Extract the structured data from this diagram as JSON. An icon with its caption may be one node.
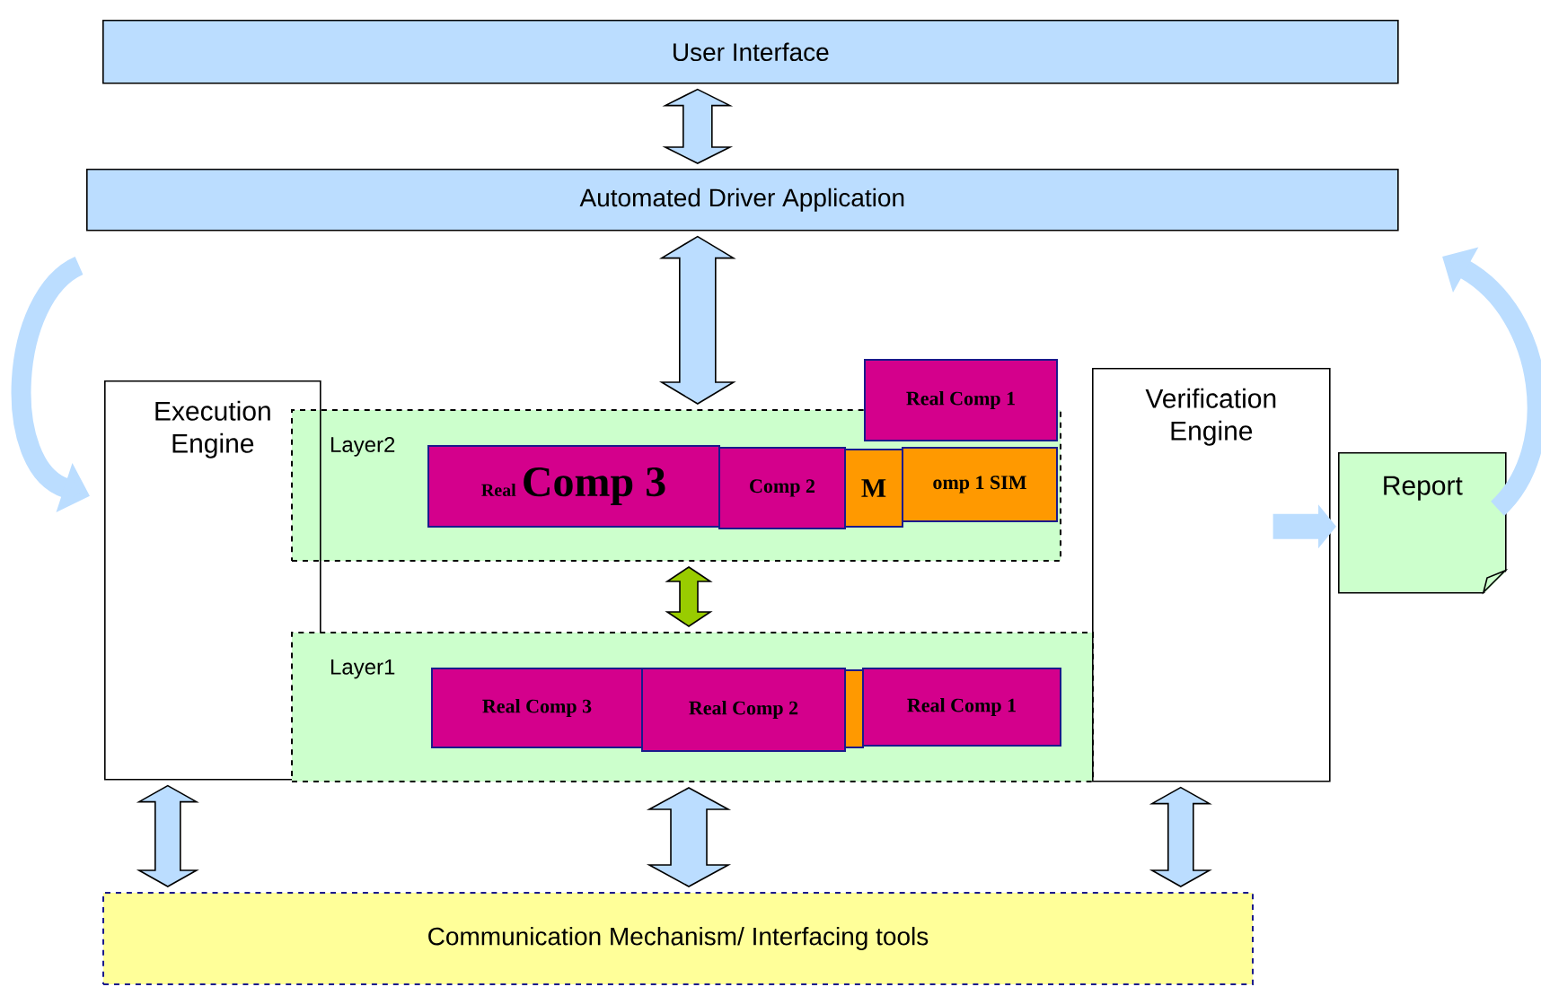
{
  "diagram": {
    "nodes": [
      {
        "text": [
          "User Interface"
        ]
      },
      {
        "text": [
          "Automated Driver Application"
        ]
      },
      {
        "text": [
          "Execution Engine"
        ]
      },
      {
        "text": [
          "Layer2"
        ]
      },
      {
        "text": [
          "Real",
          "Comp 3"
        ],
        "in": 3
      },
      {
        "text": [
          "Comp 2"
        ],
        "in": 3
      },
      {
        "text": [
          "M"
        ],
        "in": 3
      },
      {
        "text": [
          "omp 1 SIM"
        ],
        "in": 3
      },
      {
        "text": [
          "Real Comp 1"
        ]
      },
      {
        "text": [
          "Verification Engine"
        ]
      },
      {
        "text": [
          "Report"
        ]
      },
      {
        "text": [
          "Layer1"
        ]
      },
      {
        "text": [
          "Real Comp 3"
        ],
        "in": 11
      },
      {
        "text": [
          "Real Comp 2"
        ],
        "in": 11
      },
      {
        "text": [],
        "shape": "box",
        "in": 11
      },
      {
        "text": [
          "Real Comp 1"
        ],
        "in": 11
      },
      {
        "text": [
          "Communication Mechanism/ Interfacing tools"
        ]
      }
    ],
    "edges": [
      {
        "from": 0,
        "to": 1,
        "arrow": "both"
      },
      {
        "from": 1,
        "to": 3,
        "arrow": "both"
      },
      {
        "from": 3,
        "to": 11,
        "arrow": "both",
        "color": "#99cc00"
      },
      {
        "from": 2,
        "to": 16,
        "arrow": "both"
      },
      {
        "from": 11,
        "to": 16,
        "arrow": "both"
      },
      {
        "from": 9,
        "to": 16,
        "arrow": "both"
      },
      {
        "from": 9,
        "to": 10,
        "arrow": "to"
      },
      {
        "from": null,
        "to": 2,
        "arrow": "to"
      },
      {
        "from": 10,
        "to": null,
        "arrow": "to"
      }
    ]
  }
}
